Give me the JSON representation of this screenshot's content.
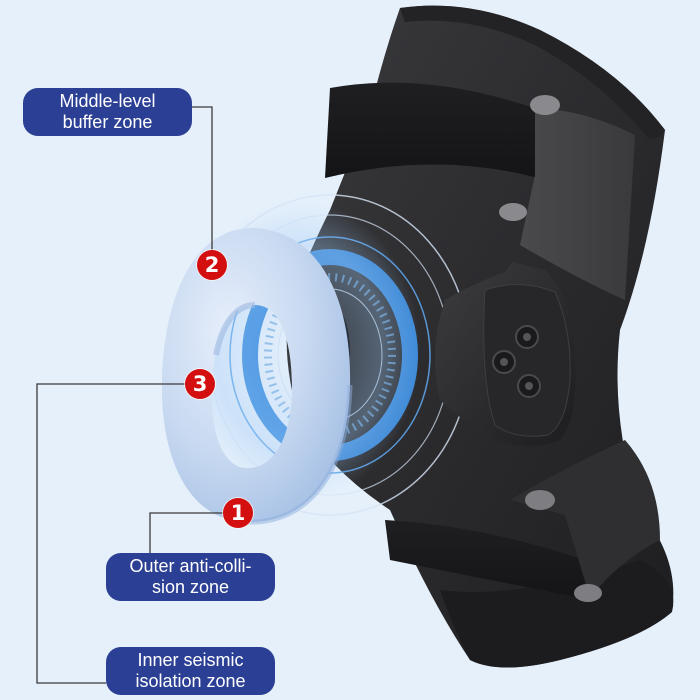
{
  "colors": {
    "background": "#e6f0fb",
    "label_fill": "#2b3f94",
    "label_text": "#ffffff",
    "marker_fill": "#d40f0f",
    "marker_text": "#ffffff",
    "leader_line": "#3a3a3a",
    "ring": "#c3d6ef",
    "accent_blue": "#3f8fe0",
    "brace": "#2a2a2c"
  },
  "labels": {
    "middle": {
      "line1": "Middle-level",
      "line2": "buffer zone",
      "marker": "2"
    },
    "outer": {
      "line1": "Outer anti-colli-",
      "line2": "sion zone",
      "marker": "1"
    },
    "inner": {
      "line1": "Inner seismic",
      "line2": "isolation zone",
      "marker": "3"
    }
  },
  "markers": [
    {
      "id": "1",
      "label": "1"
    },
    {
      "id": "2",
      "label": "2"
    },
    {
      "id": "3",
      "label": "3"
    }
  ],
  "illustration": {
    "product": "knee-brace",
    "cushion": "gel-ring-pad",
    "hinge": "knee-hinge-plate"
  }
}
